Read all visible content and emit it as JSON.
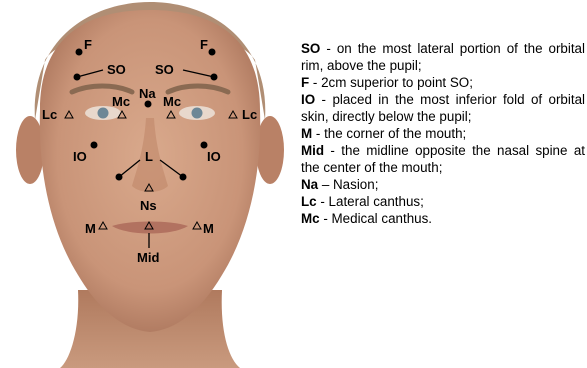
{
  "figure": {
    "point_labels": {
      "F_left": "F",
      "F_right": "F",
      "SO_left": "SO",
      "SO_right": "SO",
      "Na": "Na",
      "Mc_left": "Mc",
      "Mc_right": "Mc",
      "Lc_left": "Lc",
      "Lc_right": "Lc",
      "IO_left": "IO",
      "IO_right": "IO",
      "L": "L",
      "Ns": "Ns",
      "M_left": "M",
      "M_right": "M",
      "Mid": "Mid"
    },
    "colors": {
      "skin": "#c99478",
      "hair": "#b08e74",
      "background": "#ffffff",
      "markers": "#000000"
    }
  },
  "legend": {
    "items": [
      {
        "abbr": "SO",
        "sep": " - ",
        "desc": "on the most lateral portion of the orbital rim, above the pupil;"
      },
      {
        "abbr": "F",
        "sep": " - ",
        "desc": "2cm superior to point SO;"
      },
      {
        "abbr": "IO",
        "sep": " - ",
        "desc": "placed in the most inferior fold of orbital skin, directly below the pupil;"
      },
      {
        "abbr": "M",
        "sep": " - ",
        "desc": "the corner of the mouth;"
      },
      {
        "abbr": "Mid",
        "sep": " - ",
        "desc": "the midline opposite the nasal spine at the center of the mouth;"
      },
      {
        "abbr": "Na",
        "sep": " – ",
        "desc": "Nasion;"
      },
      {
        "abbr": "Lc",
        "sep": " - ",
        "desc": "Lateral canthus;"
      },
      {
        "abbr": "Mc",
        "sep": " - ",
        "desc": "Medical canthus."
      }
    ]
  }
}
